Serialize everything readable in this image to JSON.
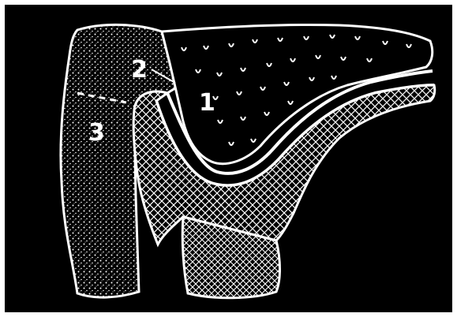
{
  "figure": {
    "background": "#000000",
    "foreground": "#ffffff",
    "labels": [
      {
        "id": "1",
        "text": "1"
      },
      {
        "id": "2",
        "text": "2"
      },
      {
        "id": "3",
        "text": "3"
      }
    ]
  }
}
